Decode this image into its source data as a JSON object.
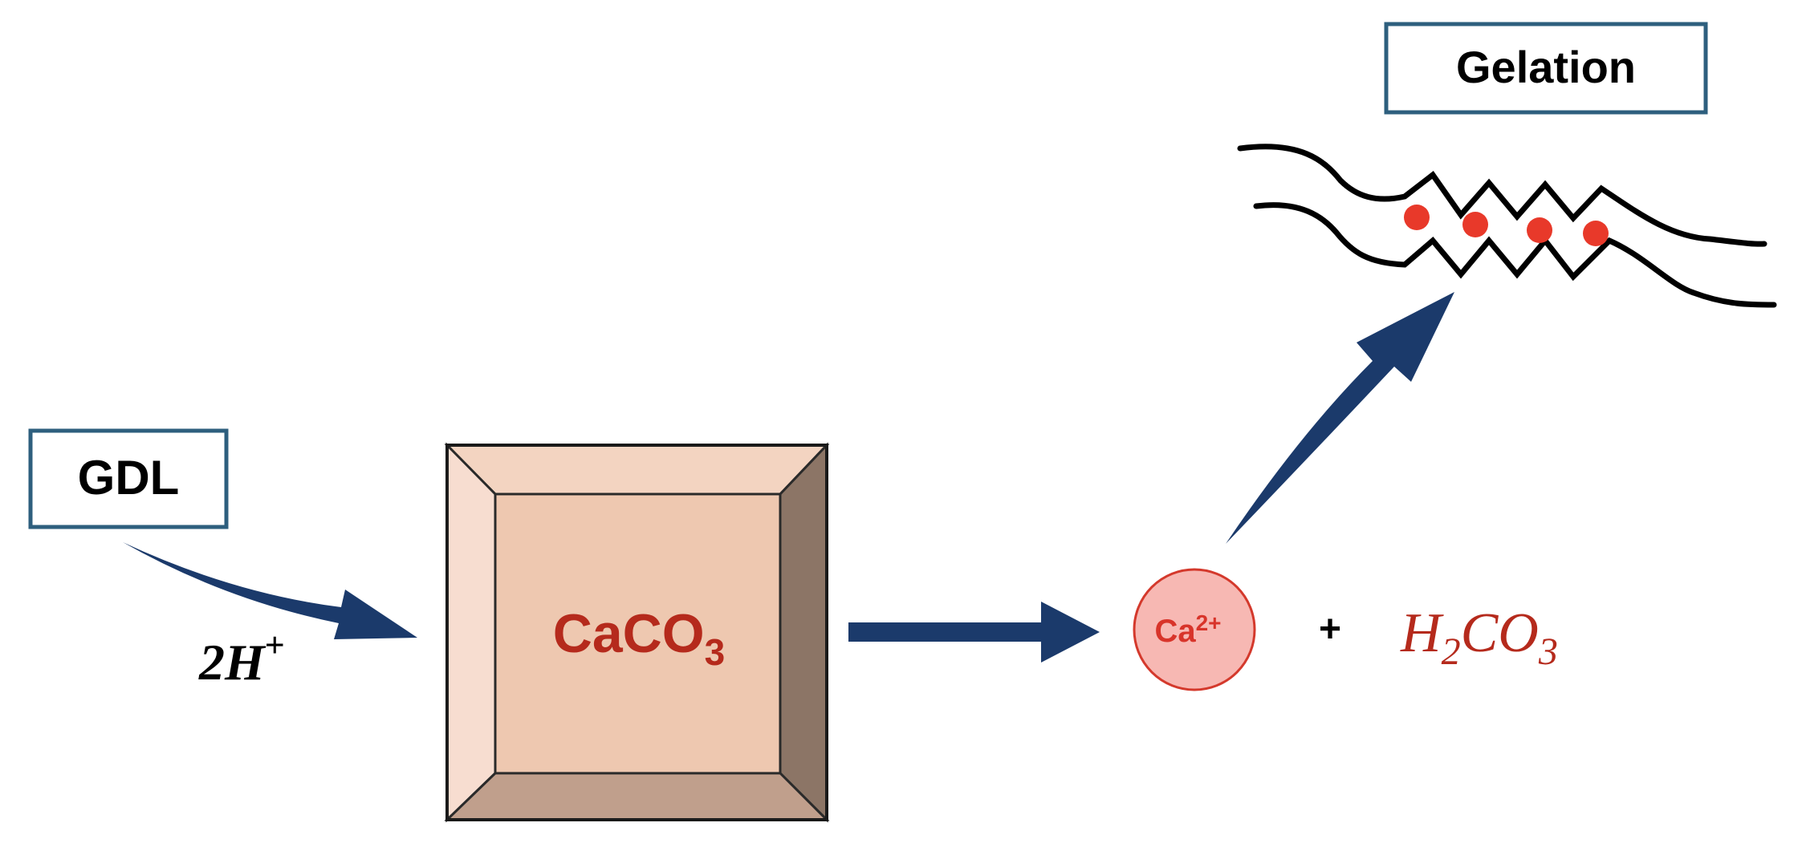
{
  "labels": {
    "gdl": "GDL",
    "gelation": "Gelation"
  },
  "reactants": {
    "proton_coefficient": "2",
    "proton_symbol": "H",
    "proton_charge": "+",
    "crystal_base": "CaCO",
    "crystal_subscript": "3"
  },
  "products": {
    "ion_base": "Ca",
    "ion_charge": "2+",
    "plus_sign": "+",
    "acid_h": "H",
    "acid_h_subscript": "2",
    "acid_co": "CO",
    "acid_co_subscript": "3"
  },
  "colors": {
    "arrow": "#1b3a6b",
    "box_border": "#2e5f7e",
    "crystal_text": "#b52a1c",
    "crystal_front": "#eec8b0",
    "crystal_left": "#f7ddd0",
    "crystal_top": "#f3d4c1",
    "crystal_right": "#8c7566",
    "crystal_bottom": "#c09f8c",
    "ion_fill": "#f7b8b3",
    "ion_stroke": "#d4392c",
    "ion_text": "#d8342a",
    "acid_text": "#b52a1c",
    "calcium_dot": "#e8392a",
    "polymer_line": "#000000"
  }
}
